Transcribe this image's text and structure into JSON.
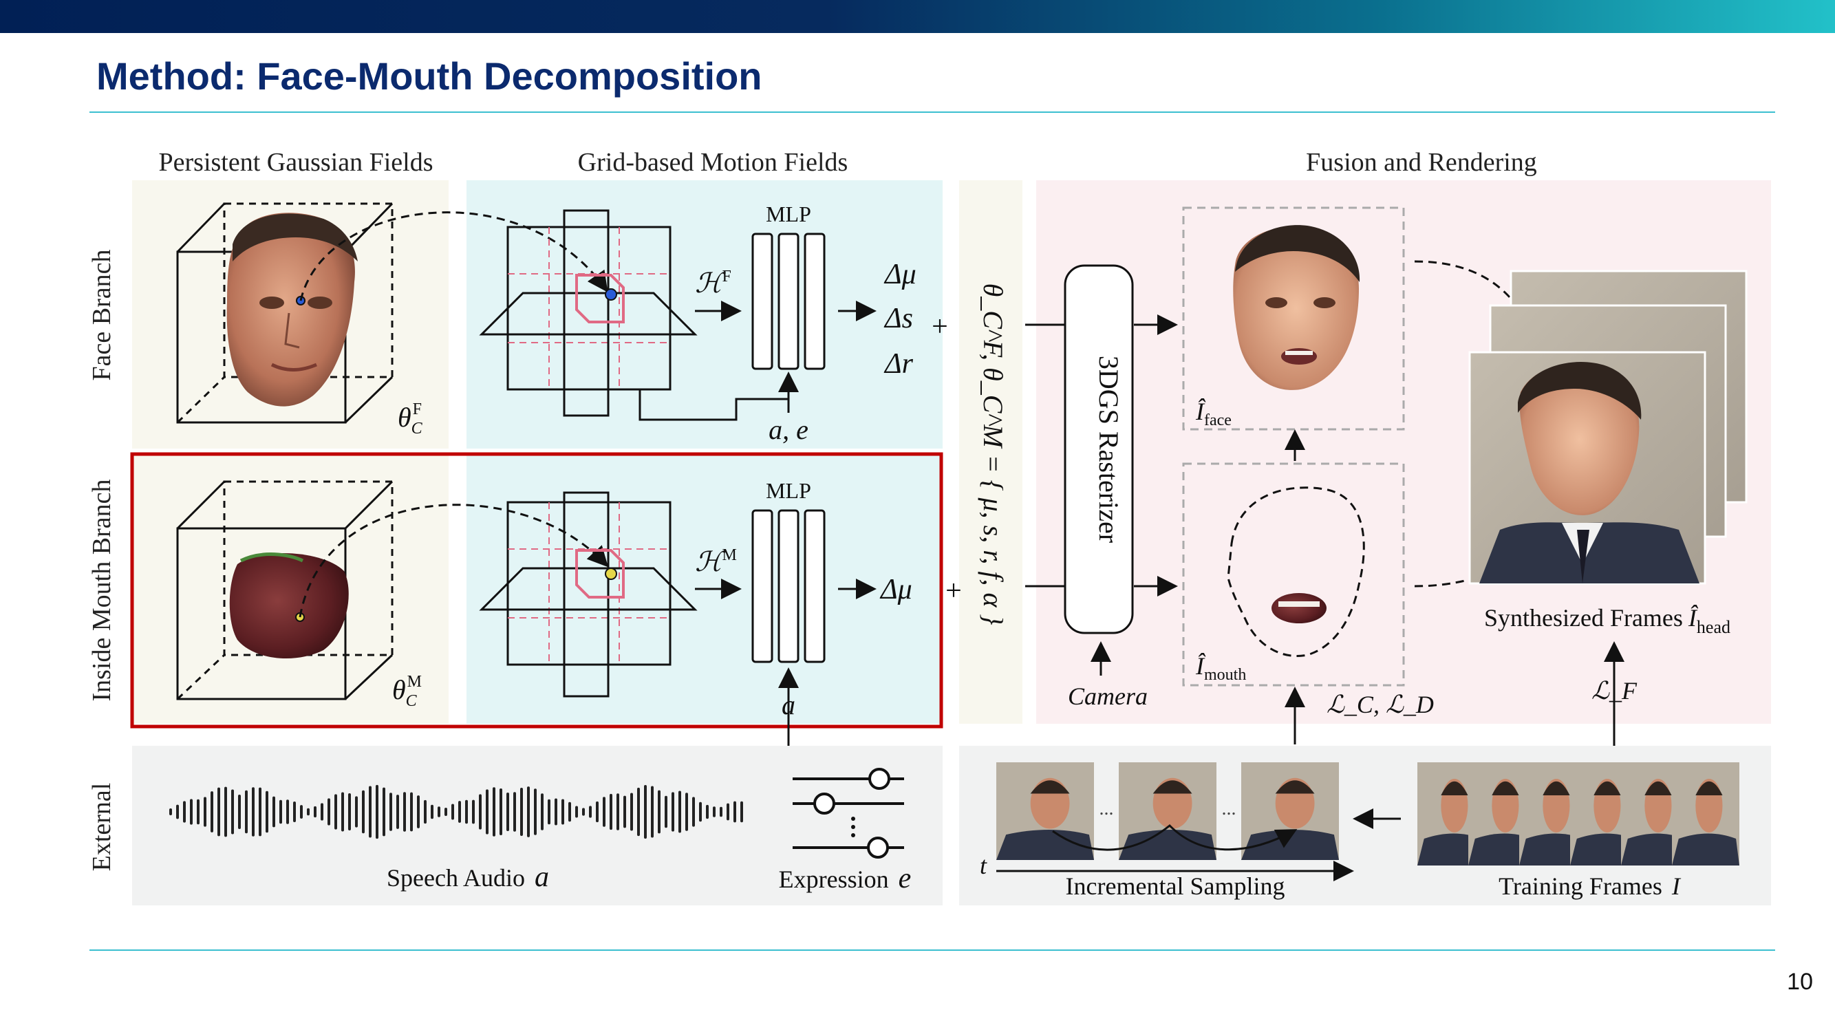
{
  "slide": {
    "title": "Method: Face-Mouth Decomposition",
    "page_number": "10"
  },
  "diagram": {
    "sections": {
      "persistent": "Persistent Gaussian Fields",
      "grid": "Grid-based Motion Fields",
      "fusion": "Fusion and Rendering"
    },
    "rows": {
      "face": "Face Branch",
      "mouth": "Inside Mouth Branch",
      "external": "External"
    },
    "face_branch": {
      "theta": "θ",
      "theta_sub": "C",
      "theta_sup": "F",
      "hash": "ℋ",
      "hash_sup": "F",
      "mlp": "MLP",
      "outputs": [
        "Δμ",
        "Δs",
        "Δr"
      ],
      "inputs": "a, e",
      "plus": "+"
    },
    "mouth_branch": {
      "theta": "θ",
      "theta_sub": "C",
      "theta_sup": "M",
      "hash": "ℋ",
      "hash_sup": "M",
      "mlp": "MLP",
      "outputs": [
        "Δμ"
      ],
      "input": "a",
      "plus": "+"
    },
    "params_text": "θ_C^F, θ_C^M = { μ, s, r, f, α }",
    "rasterizer": "3DGS Rasterizer",
    "camera": "Camera",
    "face_render": {
      "symbol": "Î",
      "sub": "face"
    },
    "mouth_render": {
      "symbol": "Î",
      "sub": "mouth"
    },
    "loss_cd": "ℒ_C, ℒ_D",
    "loss_f": "ℒ_F",
    "synth": {
      "label": "Synthesized Frames",
      "symbol": "Î",
      "sub": "head"
    },
    "speech_audio": {
      "label": "Speech Audio",
      "symbol": "a"
    },
    "expression": {
      "label": "Expression",
      "symbol": "e"
    },
    "incremental": {
      "label": "Incremental Sampling",
      "t": "t",
      "ellipsis": "..."
    },
    "training": {
      "label": "Training Frames",
      "symbol": "I"
    }
  },
  "colors": {
    "title": "#0b2a6e",
    "accent_rule": "#3cbfd0",
    "highlight_box": "#c00000",
    "grid_panel": "#e3f5f6",
    "fusion_panel": "#fbeff1",
    "persistent_panel": "#f8f7ee",
    "external_panel": "#f1f2f2",
    "grid_dash": "#e06a84"
  }
}
